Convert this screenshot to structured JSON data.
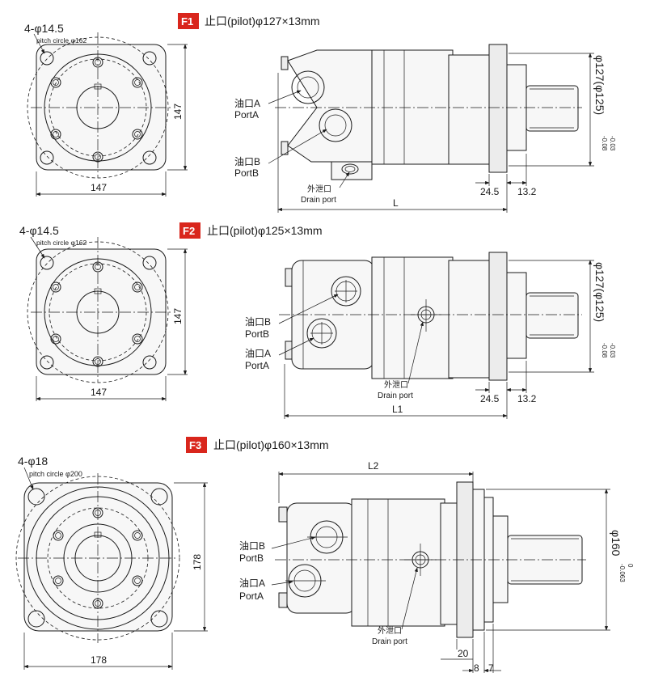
{
  "colors": {
    "badge": "#d9261c",
    "line": "#1a1a1a",
    "body_fill": "#f7f7f7"
  },
  "f1": {
    "badge": "F1",
    "title": "止口(pilot)φ127×13mm",
    "holes": "4-φ14.5",
    "pitch": "pitch circle φ162",
    "width": "147",
    "height": "147",
    "portA_cn": "油口A",
    "portA_en": "PortA",
    "portB_cn": "油口B",
    "portB_en": "PortB",
    "drain_cn": "外泄口",
    "drain_en": "Drain port",
    "length": "L",
    "d1": "24.5",
    "d2": "13.2",
    "pilot_dia": "φ127(φ125)",
    "tol_top": "-0.03",
    "tol_bot": "-0.08"
  },
  "f2": {
    "badge": "F2",
    "title": "止口(pilot)φ125×13mm",
    "holes": "4-φ14.5",
    "pitch": "pitch circle φ162",
    "width": "147",
    "height": "147",
    "portB_cn": "油口B",
    "portB_en": "PortB",
    "portA_cn": "油口A",
    "portA_en": "PortA",
    "drain_cn": "外泄口",
    "drain_en": "Drain port",
    "length": "L1",
    "d1": "24.5",
    "d2": "13.2",
    "pilot_dia": "φ127(φ125)",
    "tol_top": "-0.03",
    "tol_bot": "-0.08"
  },
  "f3": {
    "badge": "F3",
    "title": "止口(pilot)φ160×13mm",
    "holes": "4-φ18",
    "pitch": "pitch circle φ200",
    "width": "178",
    "height": "178",
    "portB_cn": "油口B",
    "portB_en": "PortB",
    "portA_cn": "油口A",
    "portA_en": "PortA",
    "drain_cn": "外泄口",
    "drain_en": "Drain port",
    "length": "L2",
    "d1": "20",
    "d2": "8",
    "d3": "7",
    "pilot_dia": "φ160",
    "tol_top": "0",
    "tol_bot": "-0.063"
  }
}
